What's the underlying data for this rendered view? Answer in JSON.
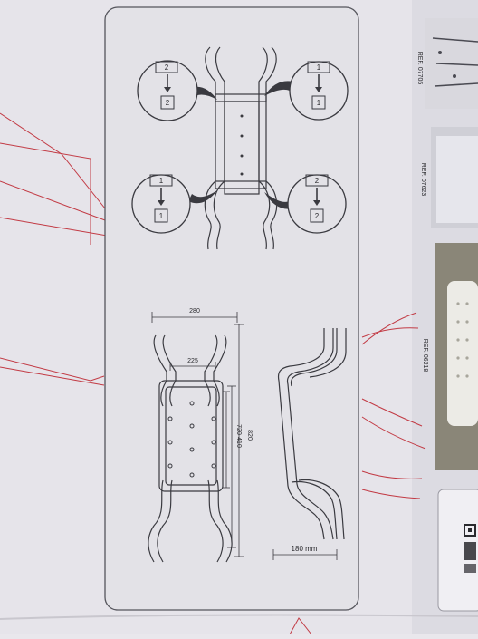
{
  "refs": [
    {
      "code": "REF. 07705"
    },
    {
      "code": "REF. 07623"
    },
    {
      "code": "REF. 06218"
    }
  ],
  "step_numbers": {
    "top_left": [
      "2",
      "2"
    ],
    "top_right": [
      "1",
      "1"
    ],
    "bottom_left": [
      "1",
      "1"
    ],
    "bottom_right": [
      "2",
      "2"
    ]
  },
  "dimensions": {
    "overall_width": "280",
    "inner_width": "225",
    "length_outer": "820",
    "length_mid": "720",
    "length_seat": "410",
    "depth": "180 mm"
  },
  "colors": {
    "line": "#3a3a40",
    "panel": "#e3e2e7",
    "red": "#c23a44"
  }
}
